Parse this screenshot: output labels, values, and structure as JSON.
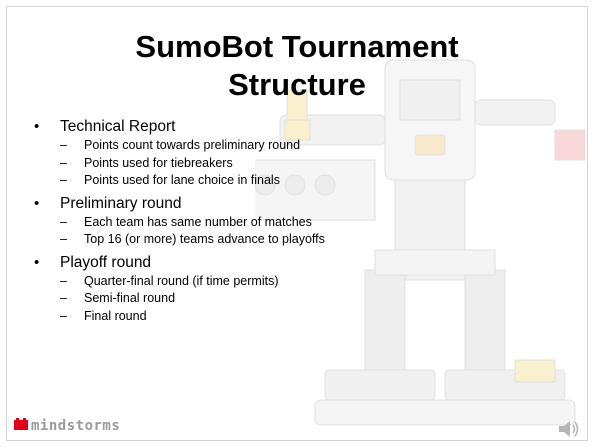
{
  "slide": {
    "title_line1": "SumoBot Tournament",
    "title_line2": "Structure",
    "bullets": [
      {
        "text": "Technical Report",
        "subs": [
          "Points count towards preliminary round",
          "Points used for tiebreakers",
          "Points used for lane choice in finals"
        ]
      },
      {
        "text": "Preliminary round",
        "subs": [
          "Each team has same number of matches",
          "Top 16 (or more) teams advance to playoffs"
        ]
      },
      {
        "text": "Playoff round",
        "subs": [
          "Quarter-final round (if time permits)",
          "Semi-final round",
          "Final round"
        ]
      }
    ],
    "bullet_glyph": "•",
    "sub_glyph": "–"
  },
  "footer": {
    "logo_text": "mindstorms",
    "logo_icon": "lego-brick-icon",
    "audio_icon": "speaker-icon"
  },
  "colors": {
    "text": "#000000",
    "logo_red": "#e3001b",
    "logo_gray": "#9a9a9a",
    "watermark": "#b0b0b0"
  }
}
